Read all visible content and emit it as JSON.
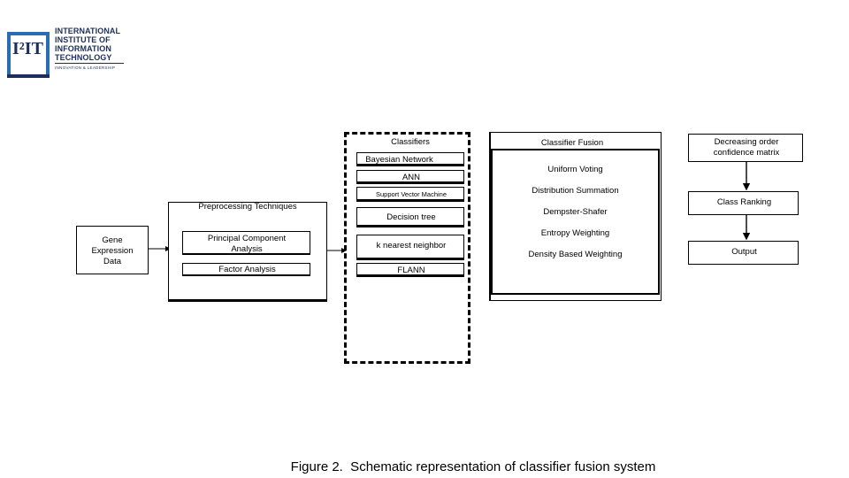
{
  "logo": {
    "mark": "I²IT",
    "lines": [
      "INTERNATIONAL",
      "INSTITUTE OF",
      "INFORMATION",
      "TECHNOLOGY"
    ],
    "tagline": "INNOVATION & LEADERSHIP",
    "color": "#1c2f5a"
  },
  "diagram": {
    "input": "Gene Expression Data",
    "preprocessing": {
      "title": "Preprocessing Techniques",
      "items": [
        "Principal Component Analysis",
        "Factor Analysis"
      ]
    },
    "classifiers": {
      "title": "Classifiers",
      "items": [
        "Bayesian Network",
        "ANN",
        "Support Vector Machine",
        "Decision tree",
        "k nearest neighbor",
        "FLANN"
      ]
    },
    "fusion": {
      "title": "Classifier Fusion",
      "items": [
        "Uniform Voting",
        "Distribution Summation",
        "Dempster-Shafer",
        "Entropy Weighting",
        "Density Based Weighting"
      ]
    },
    "output_chain": {
      "matrix": "Decreasing order confidence matrix",
      "ranking": "Class Ranking",
      "output": "Output"
    }
  },
  "caption": "Figure 2.  Schematic representation of classifier fusion system"
}
